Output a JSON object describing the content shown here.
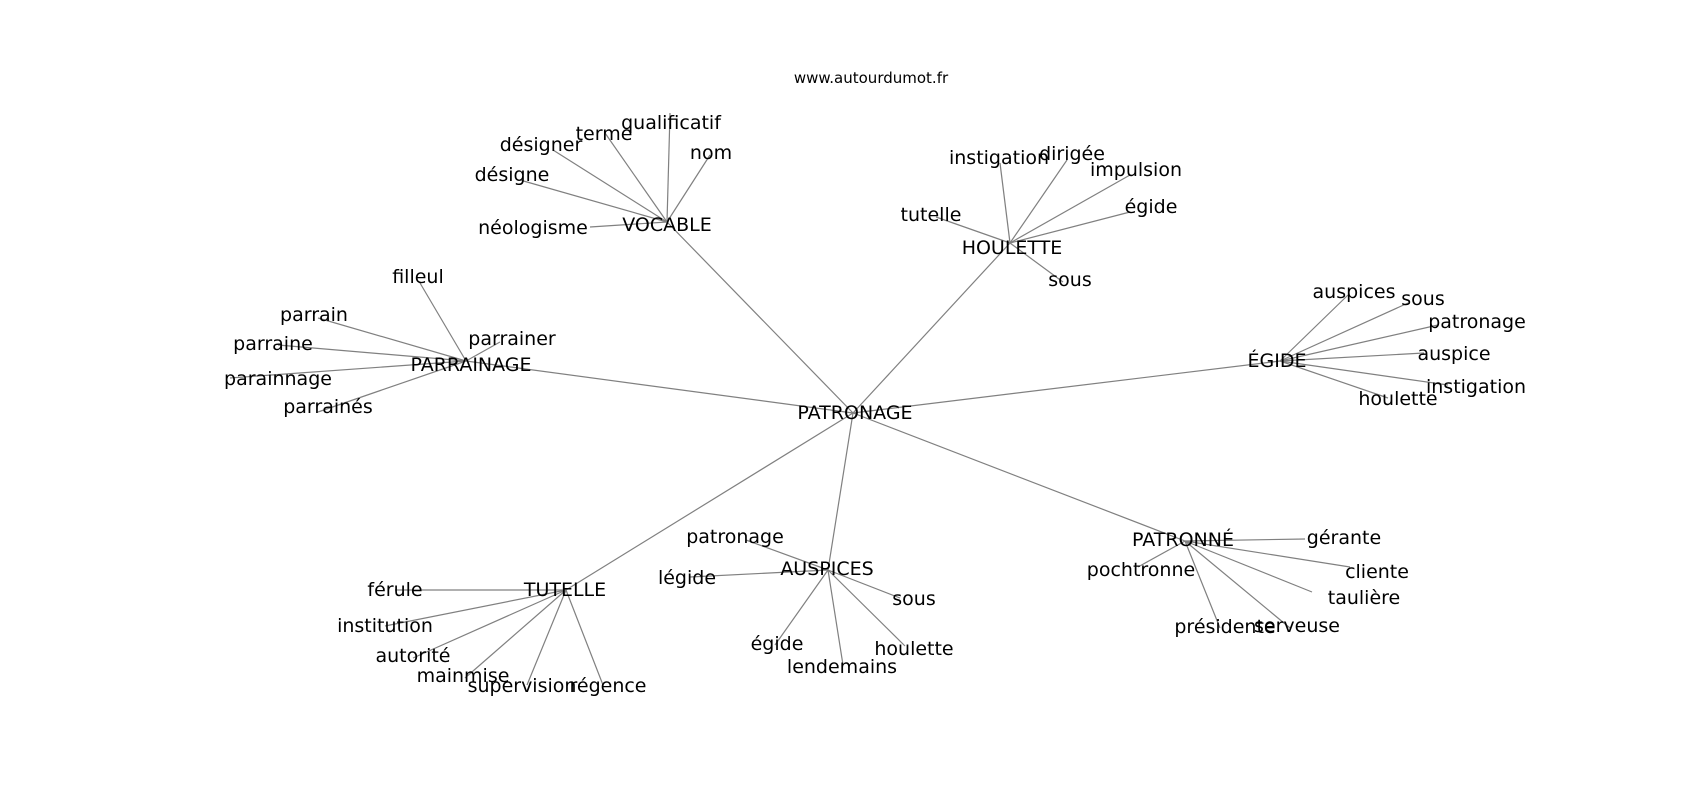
{
  "site": "www.autourdumot.fr",
  "root": "PATRONAGE",
  "clusters": [
    {
      "hub": "VOCABLE",
      "leaves": [
        "qualificatif",
        "terme",
        "désigner",
        "nom",
        "désigne",
        "néologisme"
      ]
    },
    {
      "hub": "HOULETTE",
      "leaves": [
        "instigation",
        "dirigée",
        "impulsion",
        "égide",
        "tutelle",
        "sous"
      ]
    },
    {
      "hub": "PARRAINAGE",
      "leaves": [
        "filleul",
        "parrain",
        "parrainer",
        "parraine",
        "parainnage",
        "parrainés"
      ]
    },
    {
      "hub": "ÉGIDE",
      "leaves": [
        "auspices",
        "sous",
        "patronage",
        "auspice",
        "instigation",
        "houlette"
      ]
    },
    {
      "hub": "PATRONNÉ",
      "leaves": [
        "gérante",
        "pochtronne",
        "cliente",
        "taulière",
        "présidente",
        "serveuse"
      ]
    },
    {
      "hub": "AUSPICES",
      "leaves": [
        "patronage",
        "légide",
        "sous",
        "égide",
        "houlette",
        "lendemains"
      ]
    },
    {
      "hub": "TUTELLE",
      "leaves": [
        "férule",
        "institution",
        "autorité",
        "mainmise",
        "supervision",
        "régence"
      ]
    }
  ]
}
